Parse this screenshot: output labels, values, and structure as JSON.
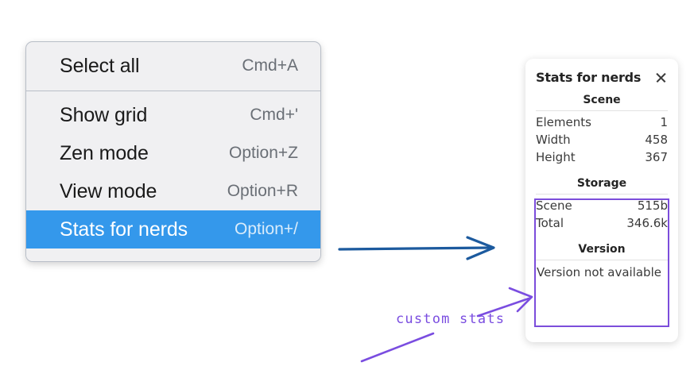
{
  "context_menu": {
    "groups": [
      {
        "items": [
          {
            "label": "Select all",
            "shortcut": "Cmd+A",
            "selected": false
          }
        ]
      },
      {
        "items": [
          {
            "label": "Show grid",
            "shortcut": "Cmd+'",
            "selected": false
          },
          {
            "label": "Zen mode",
            "shortcut": "Option+Z",
            "selected": false
          },
          {
            "label": "View mode",
            "shortcut": "Option+R",
            "selected": false
          },
          {
            "label": "Stats for nerds",
            "shortcut": "Option+/",
            "selected": true
          }
        ]
      }
    ]
  },
  "stats_panel": {
    "title": "Stats for nerds",
    "close_icon": "close-icon",
    "sections": [
      {
        "name": "Scene",
        "rows": [
          {
            "key": "Elements",
            "value": "1"
          },
          {
            "key": "Width",
            "value": "458"
          },
          {
            "key": "Height",
            "value": "367"
          }
        ]
      },
      {
        "name": "Storage",
        "rows": [
          {
            "key": "Scene",
            "value": "515b"
          },
          {
            "key": "Total",
            "value": "346.6k"
          }
        ]
      },
      {
        "name": "Version",
        "text": "Version not available"
      }
    ]
  },
  "annotations": {
    "handwriting_label": "custom stats",
    "blue_arrow_name": "blue-arrow-menu-to-panel",
    "purple_arrow_name": "purple-arrow-to-custom-stats",
    "purple_underline_name": "purple-underline-stroke"
  },
  "colors": {
    "menu_background": "#f0f0f2",
    "menu_border": "#b8bec7",
    "selection_blue": "#3498eb",
    "annotation_purple": "#7a4de0",
    "highlight_box_purple": "#7c4ddb",
    "arrow_blue": "#1c5a9e",
    "panel_background": "#ffffff",
    "page_background": "#ffffff"
  }
}
